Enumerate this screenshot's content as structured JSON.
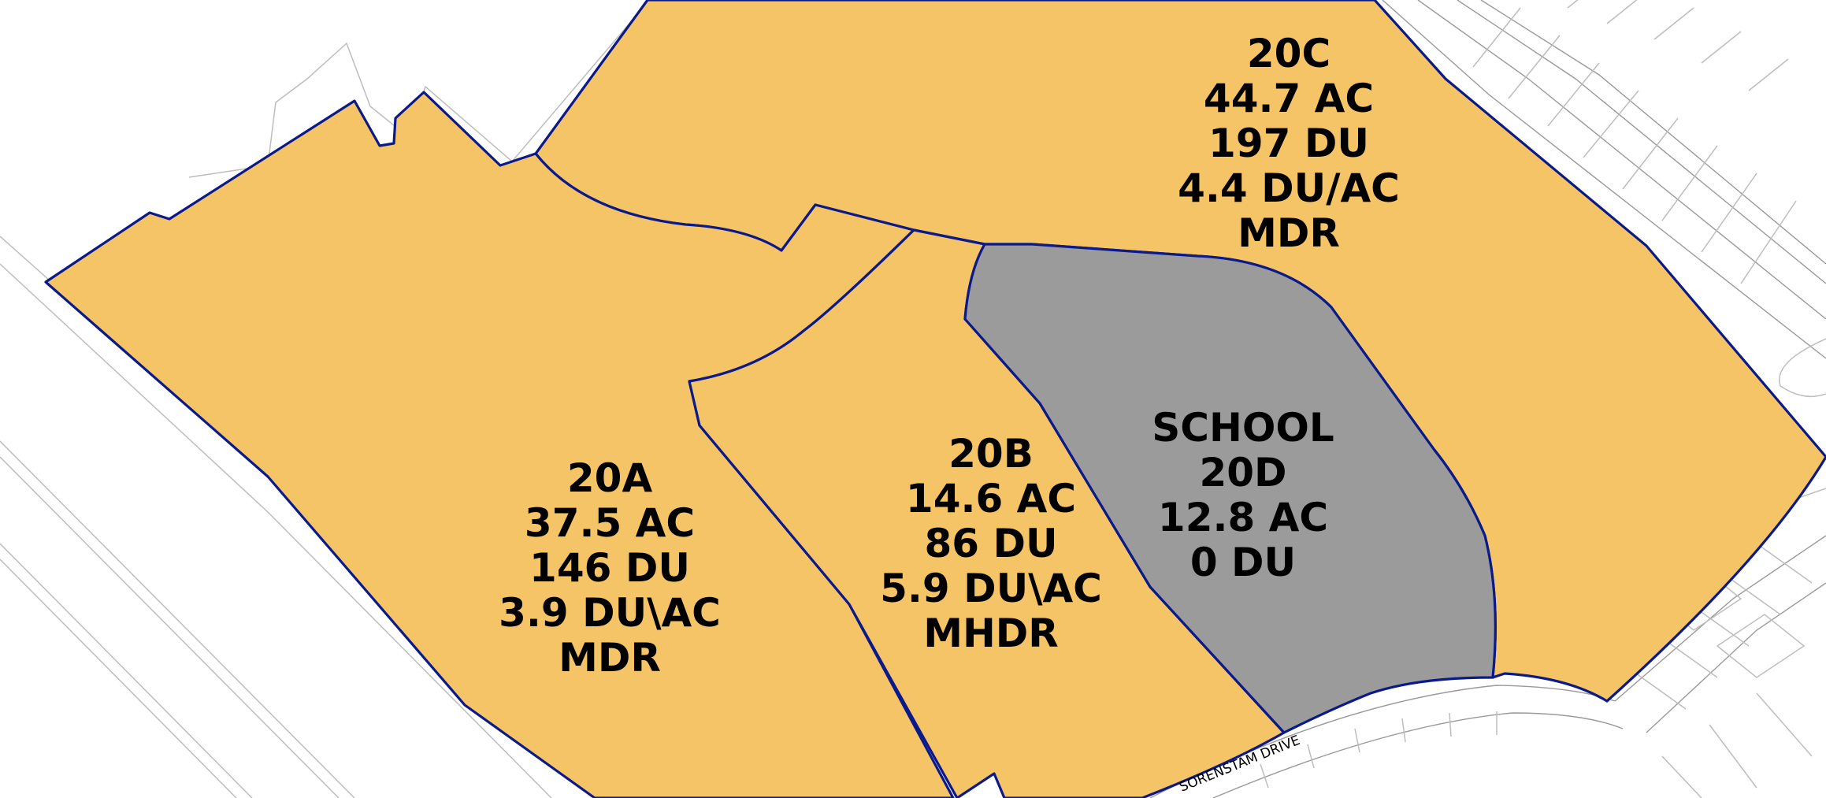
{
  "colors": {
    "residential_fill": "#f5c467",
    "school_fill": "#9b9b9b",
    "parcel_outline": "#0b1a8a",
    "context_lines": "#bdbdbd",
    "background": "#ffffff"
  },
  "parcels": {
    "p20a": {
      "id": "20A",
      "area": "37.5 AC",
      "units": "146 DU",
      "density": "3.9 DU\\AC",
      "land_use": "MDR"
    },
    "p20b": {
      "id": "20B",
      "area": "14.6 AC",
      "units": "86 DU",
      "density": "5.9 DU\\AC",
      "land_use": "MHDR"
    },
    "p20c": {
      "id": "20C",
      "area": "44.7 AC",
      "units": "197 DU",
      "density": "4.4 DU/AC",
      "land_use": "MDR"
    },
    "p20d": {
      "use": "SCHOOL",
      "id": "20D",
      "area": "12.8 AC",
      "units": "0 DU"
    }
  },
  "roads": {
    "sorenstam": "SORENSTAM DRIVE"
  }
}
